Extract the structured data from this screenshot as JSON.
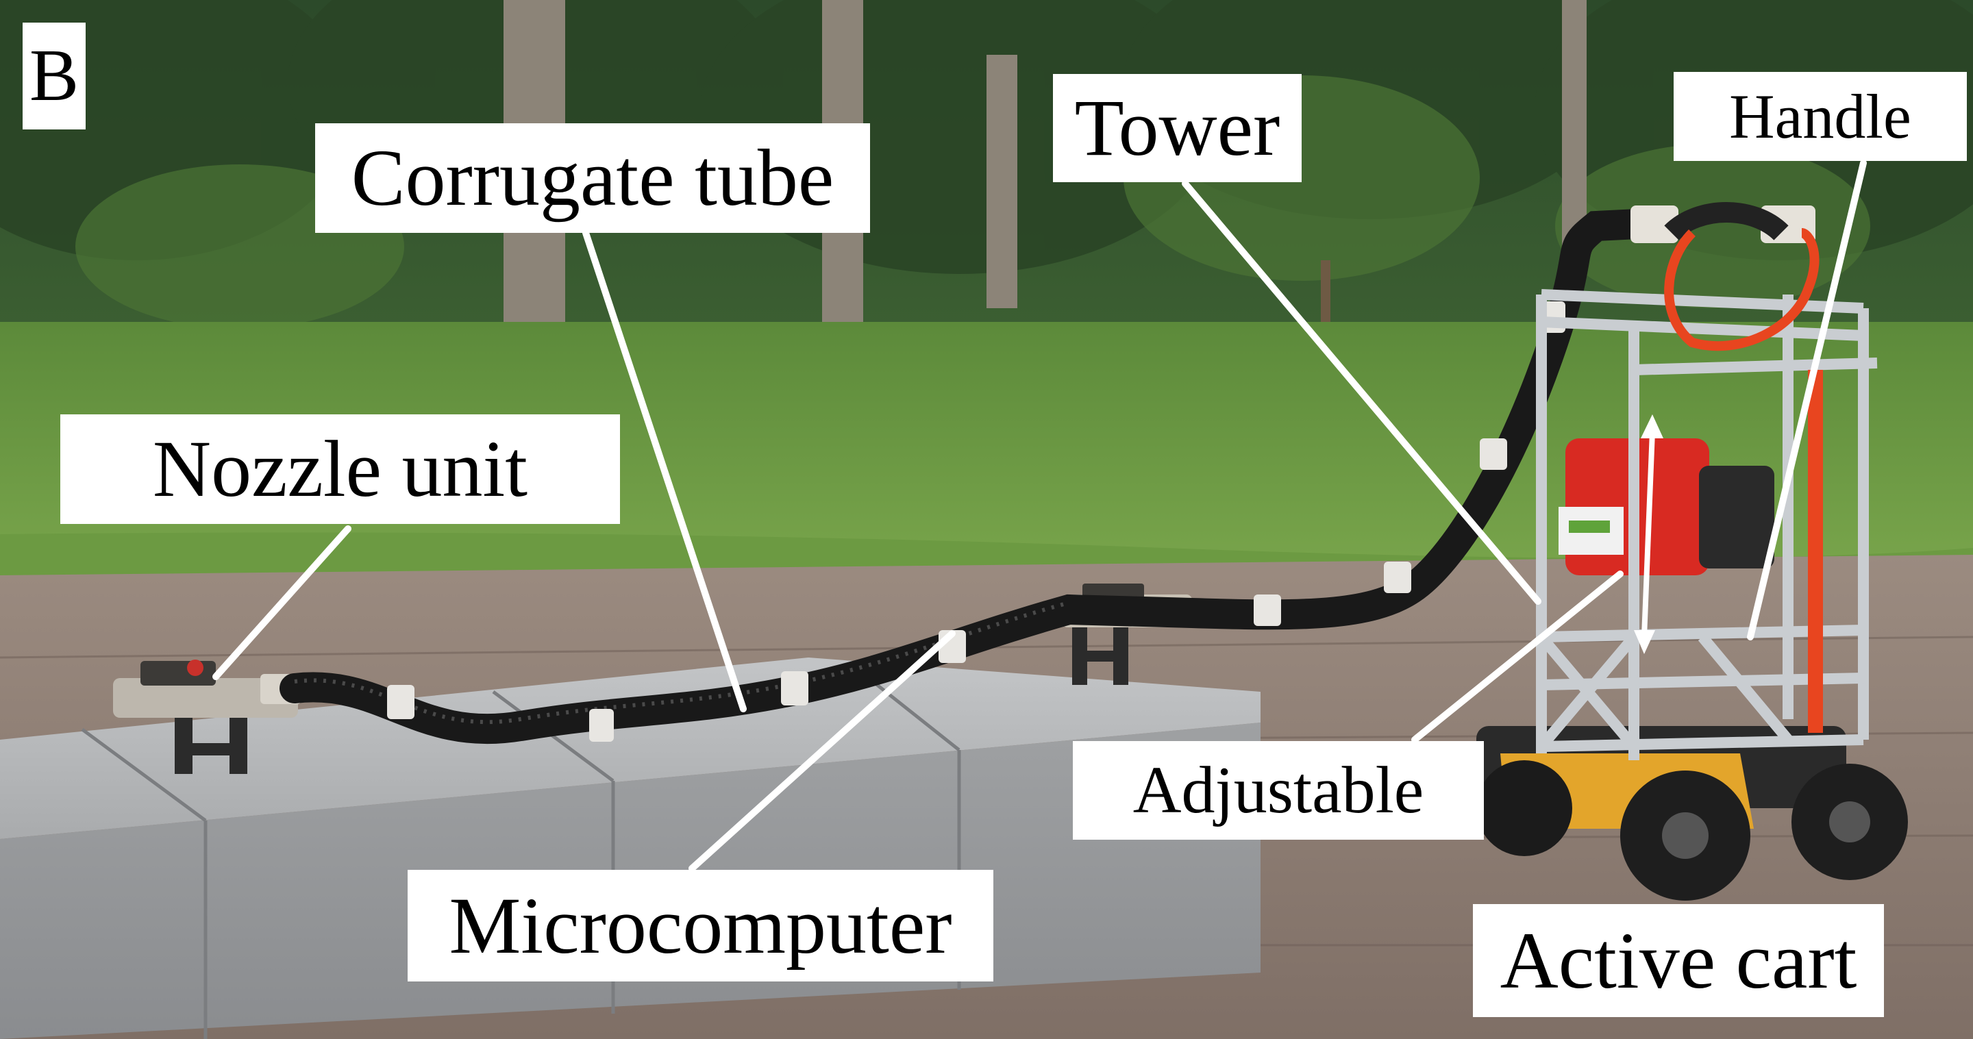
{
  "figure": {
    "panel_letter": "B",
    "labels": {
      "corrugate_tube": "Corrugate tube",
      "tower": "Tower",
      "handle": "Handle",
      "nozzle_unit": "Nozzle unit",
      "adjustable": "Adjustable",
      "microcomputer": "Microcomputer",
      "active_cart": "Active cart"
    }
  },
  "colors": {
    "label_background": "#ffffff",
    "label_text": "#000000",
    "leader_line": "#ffffff",
    "tube": "#1a1a1a",
    "ground": "#8a7b70",
    "grass": "#6f9a45",
    "bench": "#a7a9ab",
    "cart_body": "#e3a52b",
    "pump": "#d82a22"
  }
}
